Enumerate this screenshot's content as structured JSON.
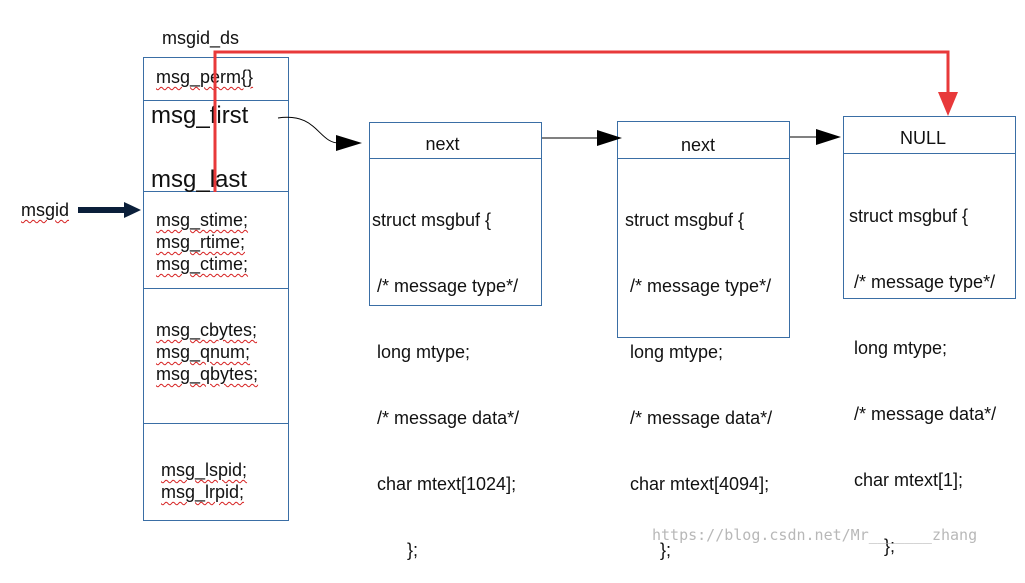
{
  "struct_title": "msgid_ds",
  "msgid_label": "msgid",
  "struct_fields": {
    "perm": "msg_perm{}",
    "first": "msg_first",
    "last": "msg_last",
    "times": [
      "msg_stime;",
      "msg_rtime;",
      "msg_ctime;"
    ],
    "counts": [
      "msg_cbytes;",
      "msg_qnum;",
      "msg_qbytes;"
    ],
    "pids": [
      "msg_lspid;",
      "msg_lrpid;"
    ]
  },
  "nodes": [
    {
      "header": "next",
      "body": [
        "struct msgbuf {",
        " /* message type*/",
        " long mtype;",
        " /* message data*/",
        " char mtext[1024];",
        "       };"
      ]
    },
    {
      "header": "next",
      "body": [
        "struct msgbuf {",
        " /* message type*/",
        " long mtype;",
        " /* message data*/",
        " char mtext[4094];",
        "       };"
      ]
    },
    {
      "header": "NULL",
      "body": [
        "struct msgbuf {",
        " /* message type*/",
        " long mtype;",
        " /* message data*/",
        " char mtext[1];",
        "       };"
      ]
    }
  ],
  "watermark": "https://blog.csdn.net/Mr_______zhang",
  "colors": {
    "box_border": "#3a6ea5",
    "last_pointer": "#e8393a",
    "arrow": "#000000",
    "msgid_arrow": "#0b1f3a"
  }
}
